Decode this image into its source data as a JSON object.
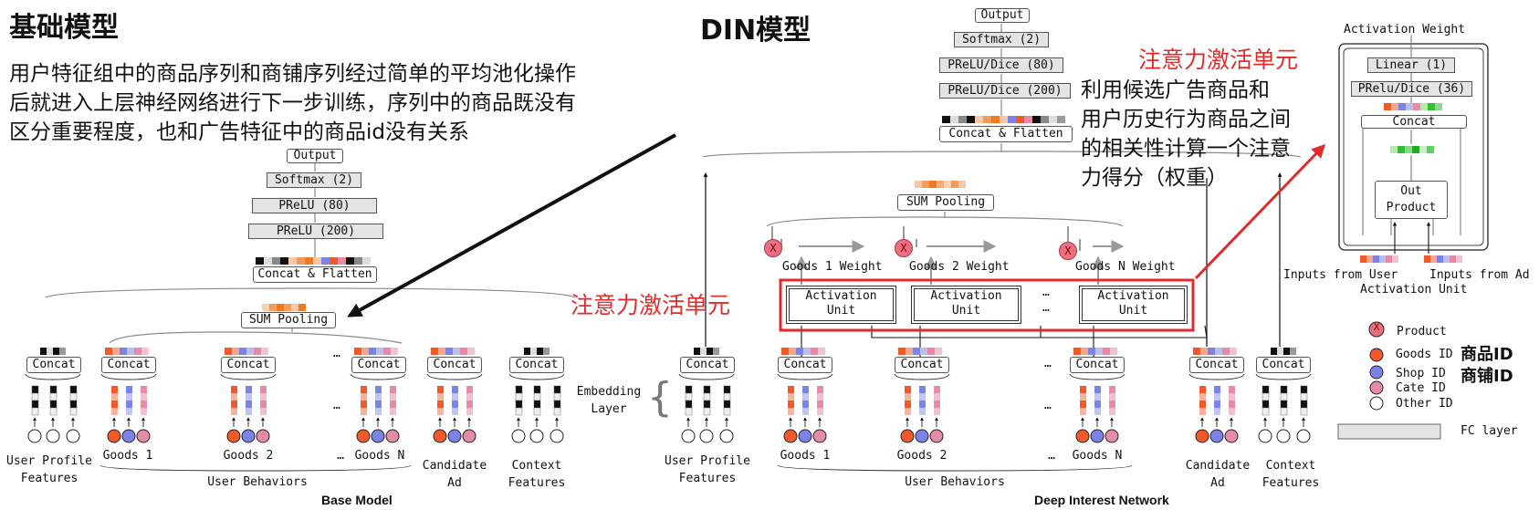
{
  "base": {
    "heading": "基础模型",
    "desc": [
      "用户特征组中的商品序列和商铺序列经过简单的平均池化操作",
      "后就进入上层神经网络进行下一步训练，序列中的商品既没有",
      "区分重要程度，也和广告特征中的商品id没有关系"
    ],
    "output": "Output",
    "softmax": "Softmax (2)",
    "prelu80": "PReLU (80)",
    "prelu200": "PReLU (200)",
    "concat_flatten": "Concat & Flatten",
    "sum_pooling": "SUM Pooling",
    "concat": "Concat",
    "user_profile": "User Profile\nFeatures",
    "goods1": "Goods 1",
    "goods2": "Goods 2",
    "goodsN": "Goods N",
    "ellipsis": "…",
    "user_behaviors": "User Behaviors",
    "candidate_ad": "Candidate\nAd",
    "context": "Context\nFeatures",
    "caption": "Base Model"
  },
  "din": {
    "heading": "DIN模型",
    "output": "Output",
    "softmax": "Softmax (2)",
    "prelu_dice80": "PReLU/Dice (80)",
    "prelu_dice200": "PReLU/Dice (200)",
    "concat_flatten": "Concat & Flatten",
    "sum_pooling": "SUM Pooling",
    "weights": [
      "Goods 1 Weight",
      "Goods 2 Weight",
      "Goods N Weight"
    ],
    "activation_unit": "Activation\nUnit",
    "concat": "Concat",
    "embedding_layer": "Embedding\nLayer",
    "user_profile": "User Profile\nFeatures",
    "goods1": "Goods 1",
    "goods2": "Goods 2",
    "goodsN": "Goods N",
    "ellipsis": "…",
    "user_behaviors": "User Behaviors",
    "candidate_ad": "Candidate\nAd",
    "context": "Context\nFeatures",
    "caption": "Deep Interest Network",
    "attention_label_left": "注意力激活单元",
    "attention_label_right": "注意力激活单元",
    "attention_desc": [
      "利用候选广告商品和",
      "用户历史行为商品之间",
      "的相关性计算一个注意",
      "力得分（权重）"
    ]
  },
  "au": {
    "title": "Activation Weight",
    "linear": "Linear (1)",
    "prelu_dice36": "PRelu/Dice (36)",
    "concat": "Concat",
    "out_product": "Out\nProduct",
    "inputs_user": "Inputs from User",
    "inputs_ad": "Inputs from Ad",
    "caption": "Activation Unit"
  },
  "legend": {
    "product": "Product",
    "goods_id": "Goods ID",
    "shop_id": "Shop ID",
    "cate_id": "Cate ID",
    "other_id": "Other ID",
    "fc_layer": "FC layer",
    "goods_cn": "商品ID",
    "shop_cn": "商铺ID",
    "product_symbol": "X"
  },
  "colors": {
    "goods": "#f05a28",
    "shop": "#7b83e6",
    "cate": "#e68aa6",
    "product": "#e8717f",
    "accent_red": "#e02b2b"
  }
}
